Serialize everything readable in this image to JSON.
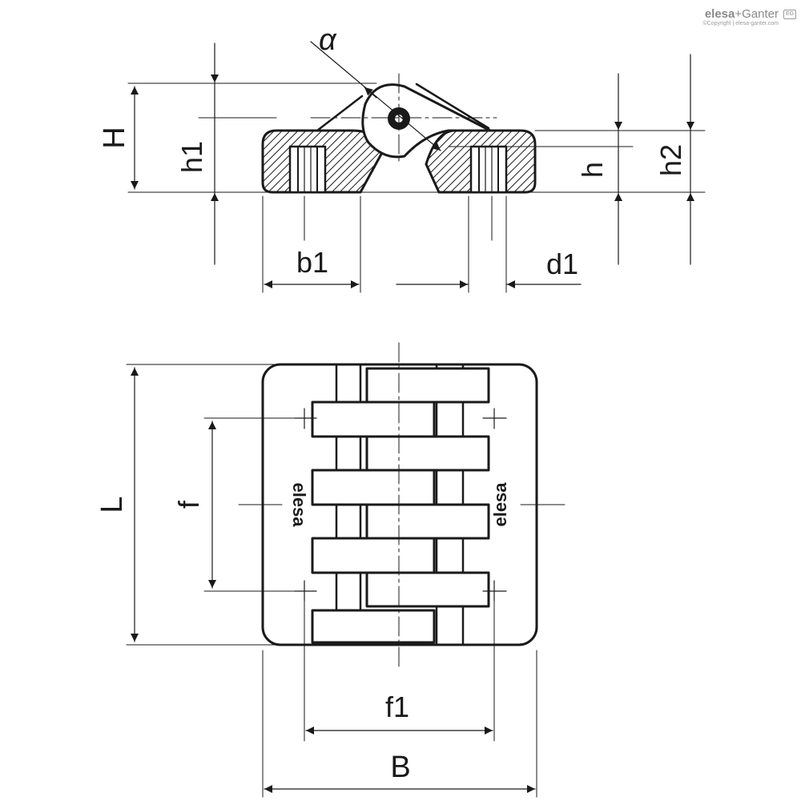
{
  "brand": {
    "name_part1": "elesa",
    "name_part2": "+Ganter",
    "copyright": "©Copyright | elesa-ganter.com",
    "badge": "EG"
  },
  "side_view": {
    "labels": {
      "alpha": "α",
      "H": "H",
      "h1": "h1",
      "h": "h",
      "h2": "h2",
      "b1": "b1",
      "d1": "d1"
    }
  },
  "top_view": {
    "labels": {
      "L": "L",
      "f": "f",
      "f1": "f1",
      "B": "B"
    },
    "logo_text": "elesa"
  },
  "colors": {
    "line": "#1a1a1a",
    "brand_gray": "#8a8a8a"
  }
}
